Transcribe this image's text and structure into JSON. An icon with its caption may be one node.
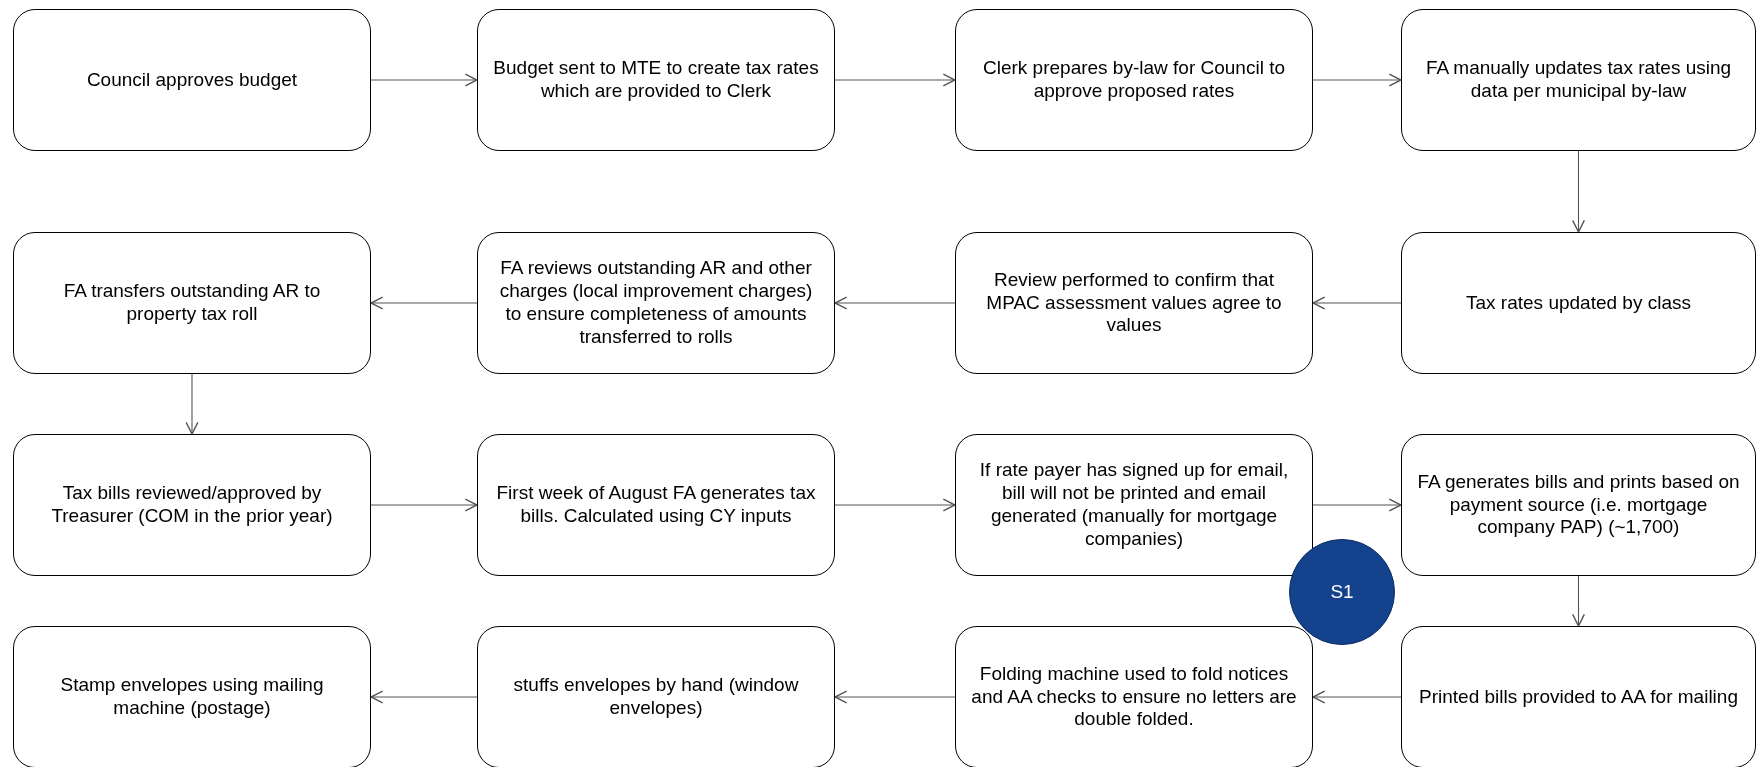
{
  "diagram": {
    "nodes": [
      {
        "text": [
          "Council approves budget"
        ]
      },
      {
        "text": [
          "Budget sent to MTE to create tax rates which are provided to Clerk"
        ]
      },
      {
        "text": [
          "Clerk prepares by-law for Council to approve proposed rates"
        ]
      },
      {
        "text": [
          "FA manually updates tax rates using data per municipal by-law"
        ]
      },
      {
        "text": [
          "FA transfers outstanding AR to property tax roll"
        ]
      },
      {
        "text": [
          "FA reviews outstanding AR and other charges (local improvement charges) to ensure completeness of amounts transferred to rolls"
        ]
      },
      {
        "text": [
          "Review performed to confirm that MPAC assessment values agree to values"
        ]
      },
      {
        "text": [
          "Tax rates updated by class"
        ]
      },
      {
        "text": [
          "Tax bills reviewed/approved by Treasurer (COM in the prior year)"
        ]
      },
      {
        "text": [
          "First week of August FA generates tax bills. Calculated using CY inputs"
        ]
      },
      {
        "text": [
          "If rate payer has signed up for email, bill will not be printed and email generated (manually for mortgage companies)"
        ]
      },
      {
        "text": [
          "FA generates bills and prints based on payment source (i.e. mortgage company PAP) (~1,700)"
        ]
      },
      {
        "text": [
          "S1"
        ]
      },
      {
        "text": [
          "Stamp envelopes using mailing machine (postage)"
        ]
      },
      {
        "text": [
          "stuffs envelopes by hand (window envelopes)"
        ]
      },
      {
        "text": [
          "Folding machine used to fold notices and AA checks to ensure no letters are double folded."
        ]
      },
      {
        "text": [
          "Printed bills provided to AA for mailing"
        ]
      }
    ],
    "edges": [
      {
        "from": 0,
        "to": 1,
        "arrow": "to"
      },
      {
        "from": 1,
        "to": 2,
        "arrow": "to"
      },
      {
        "from": 2,
        "to": 3,
        "arrow": "to"
      },
      {
        "from": 3,
        "to": 7,
        "arrow": "to"
      },
      {
        "from": 7,
        "to": 6,
        "arrow": "to"
      },
      {
        "from": 6,
        "to": 5,
        "arrow": "to"
      },
      {
        "from": 5,
        "to": 4,
        "arrow": "to"
      },
      {
        "from": 4,
        "to": 8,
        "arrow": "to"
      },
      {
        "from": 8,
        "to": 9,
        "arrow": "to"
      },
      {
        "from": 9,
        "to": 10,
        "arrow": "to"
      },
      {
        "from": 10,
        "to": 11,
        "arrow": "to"
      },
      {
        "from": 11,
        "to": 16,
        "arrow": "to"
      },
      {
        "from": 16,
        "to": 15,
        "arrow": "to"
      },
      {
        "from": 15,
        "to": 14,
        "arrow": "to"
      },
      {
        "from": 14,
        "to": 13,
        "arrow": "to"
      }
    ]
  }
}
